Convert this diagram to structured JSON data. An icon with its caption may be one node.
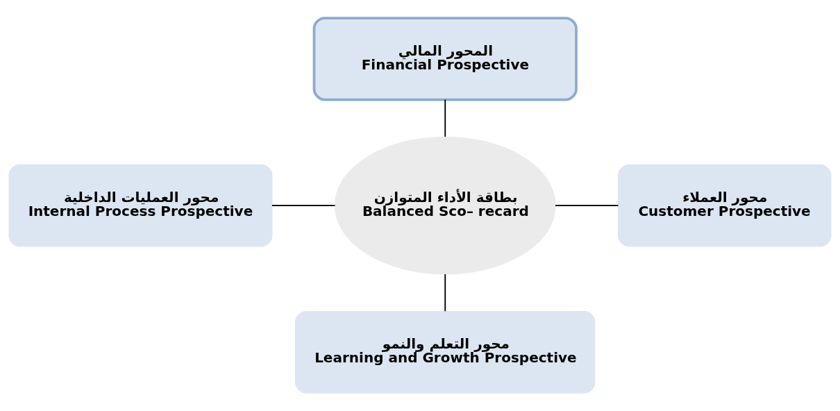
{
  "diagram": {
    "nodes": [
      {
        "text": [
          "المحور المالي",
          "Financial Prospective"
        ]
      },
      {
        "text": [
          "محور العمليات الداخلية",
          "Internal Process Prospective"
        ]
      },
      {
        "text": [
          "بطاقة الأداء المتوازن",
          "Balanced Sco– recard"
        ]
      },
      {
        "text": [
          "محور العملاء",
          "Customer Prospective"
        ]
      },
      {
        "text": [
          "محور التعلم والنمو",
          "Learning and Growth Prospective"
        ]
      }
    ],
    "edges": [
      {
        "from": 0,
        "to": 2,
        "arrow": "none"
      },
      {
        "from": 1,
        "to": 2,
        "arrow": "none"
      },
      {
        "from": 2,
        "to": 3,
        "arrow": "none"
      },
      {
        "from": 2,
        "to": 4,
        "arrow": "none"
      }
    ]
  }
}
